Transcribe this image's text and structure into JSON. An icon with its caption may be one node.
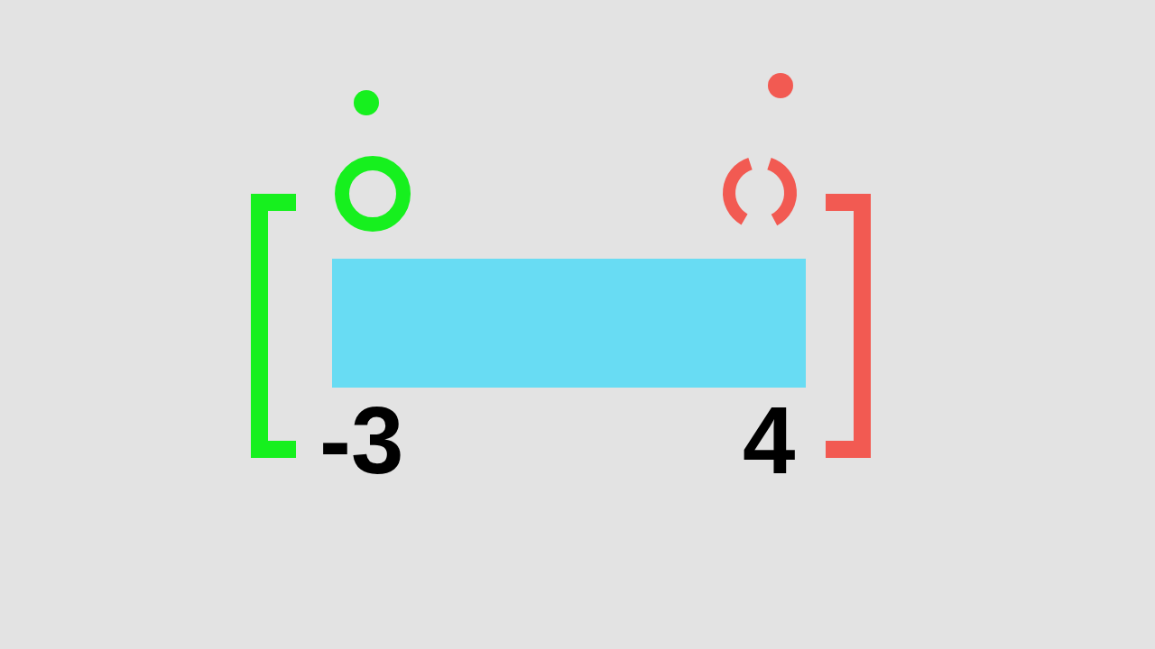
{
  "diagram": {
    "nodes": [
      {
        "text": [],
        "shape": "bracket"
      },
      {
        "text": [],
        "shape": "bar"
      },
      {
        "text": [],
        "shape": "bracket"
      }
    ],
    "labels": [
      "-3",
      "4"
    ]
  }
}
